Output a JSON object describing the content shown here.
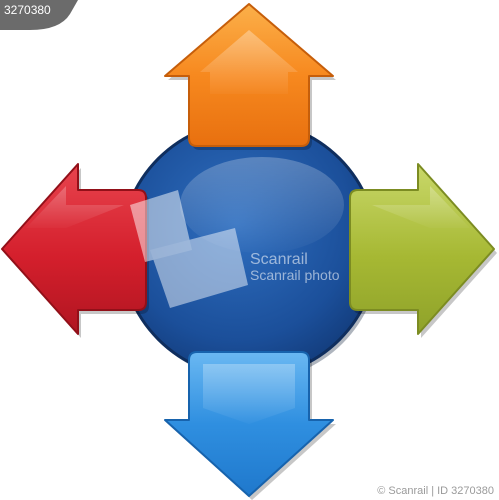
{
  "diagram": {
    "colors": {
      "center": "#1b4f9a",
      "up": "#f7891f",
      "right": "#a6b833",
      "left": "#d41f2c",
      "down": "#2f8fe0"
    }
  },
  "watermark": {
    "center_text": "Scanrail",
    "center_sub": "Scanrail photo",
    "footer_text": "© Scanrail | ID 3270380",
    "corner_text": "3270380"
  }
}
